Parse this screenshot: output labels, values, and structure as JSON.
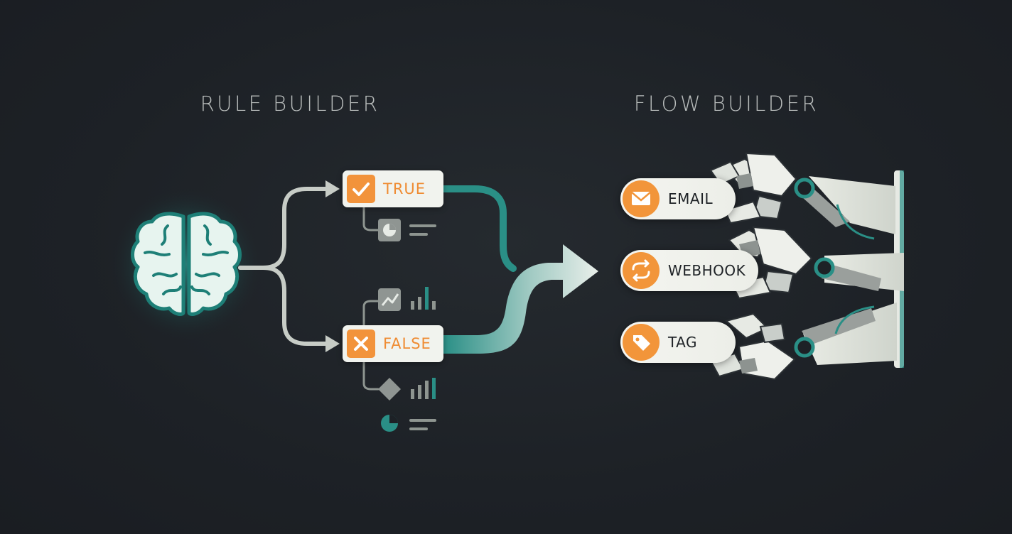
{
  "sections": {
    "left_title": "RULE BUILDER",
    "right_title": "FLOW BUILDER"
  },
  "branches": {
    "true_label": "TRUE",
    "false_label": "FALSE"
  },
  "actions": [
    {
      "label": "EMAIL",
      "icon": "envelope-icon"
    },
    {
      "label": "WEBHOOK",
      "icon": "sync-arrows-icon"
    },
    {
      "label": "TAG",
      "icon": "tag-icon"
    }
  ],
  "icons": {
    "source": "brain-icon",
    "true_check": "checkmark-icon",
    "false_check": "x-icon",
    "widgets": [
      "pie-chart-icon",
      "line-chart-icon",
      "bar-chart-icon",
      "diamond-icon",
      "text-lines-icon"
    ],
    "robot": "robotic-hand-icon"
  },
  "colors": {
    "background": "#1d2126",
    "accent_teal": "#2a8f86",
    "accent_orange": "#f2933b",
    "card": "#f1f3ee",
    "title_text": "#b9bdbc"
  }
}
